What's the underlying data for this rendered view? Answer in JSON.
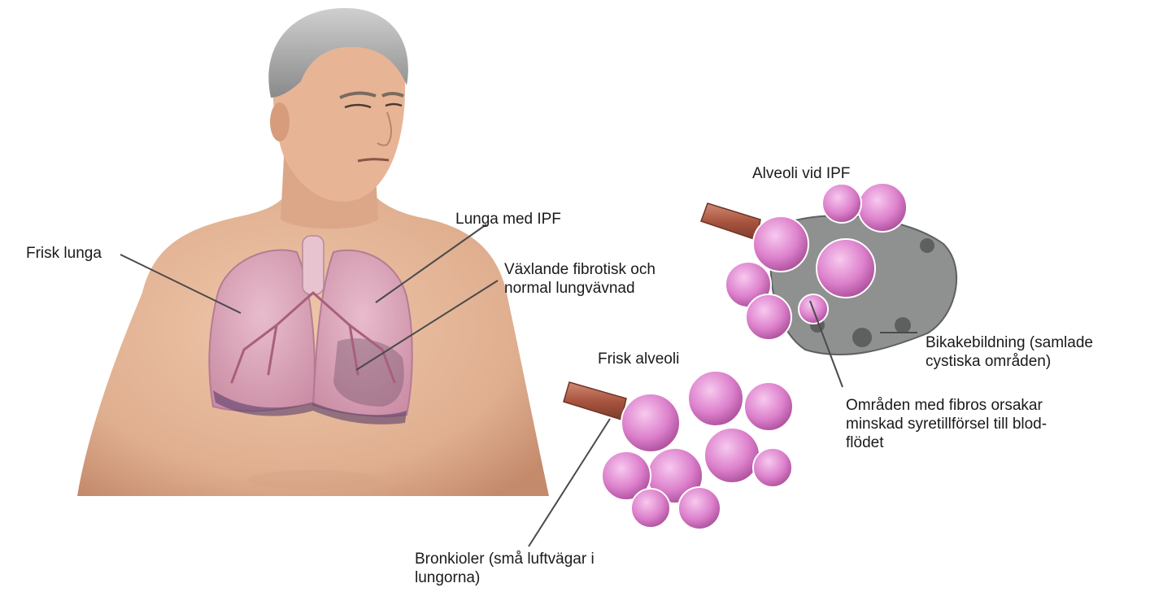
{
  "labels": {
    "healthy_lung": "Frisk lunga",
    "ipf_lung": "Lunga med IPF",
    "mixed_tissue": [
      "Växlande fibrotisk och",
      "normal lungvävnad"
    ],
    "alveoli_ipf": "Alveoli vid IPF",
    "honeycombing": [
      "Bikakebildning (samlade",
      "cystiska områden)"
    ],
    "healthy_alveoli": "Frisk alveoli",
    "fibrosis_areas": [
      "Områden med fibros orsakar",
      "minskad syretillförsel till blod-",
      "flödet"
    ],
    "bronchioles": [
      "Bronkioler (små luftvägar i",
      "lungorna)"
    ]
  },
  "colors": {
    "skin": "#e4b497",
    "skin_shadow": "#c98d6d",
    "hair": "#a9a9a9",
    "lung": "#d9a3b9",
    "alveoli": "#d674c4",
    "alveoli_light": "#f0b7e6",
    "bronchus": "#b4604d",
    "fibrosis": "#8f9191",
    "leader_line": "#4a4a4a"
  }
}
